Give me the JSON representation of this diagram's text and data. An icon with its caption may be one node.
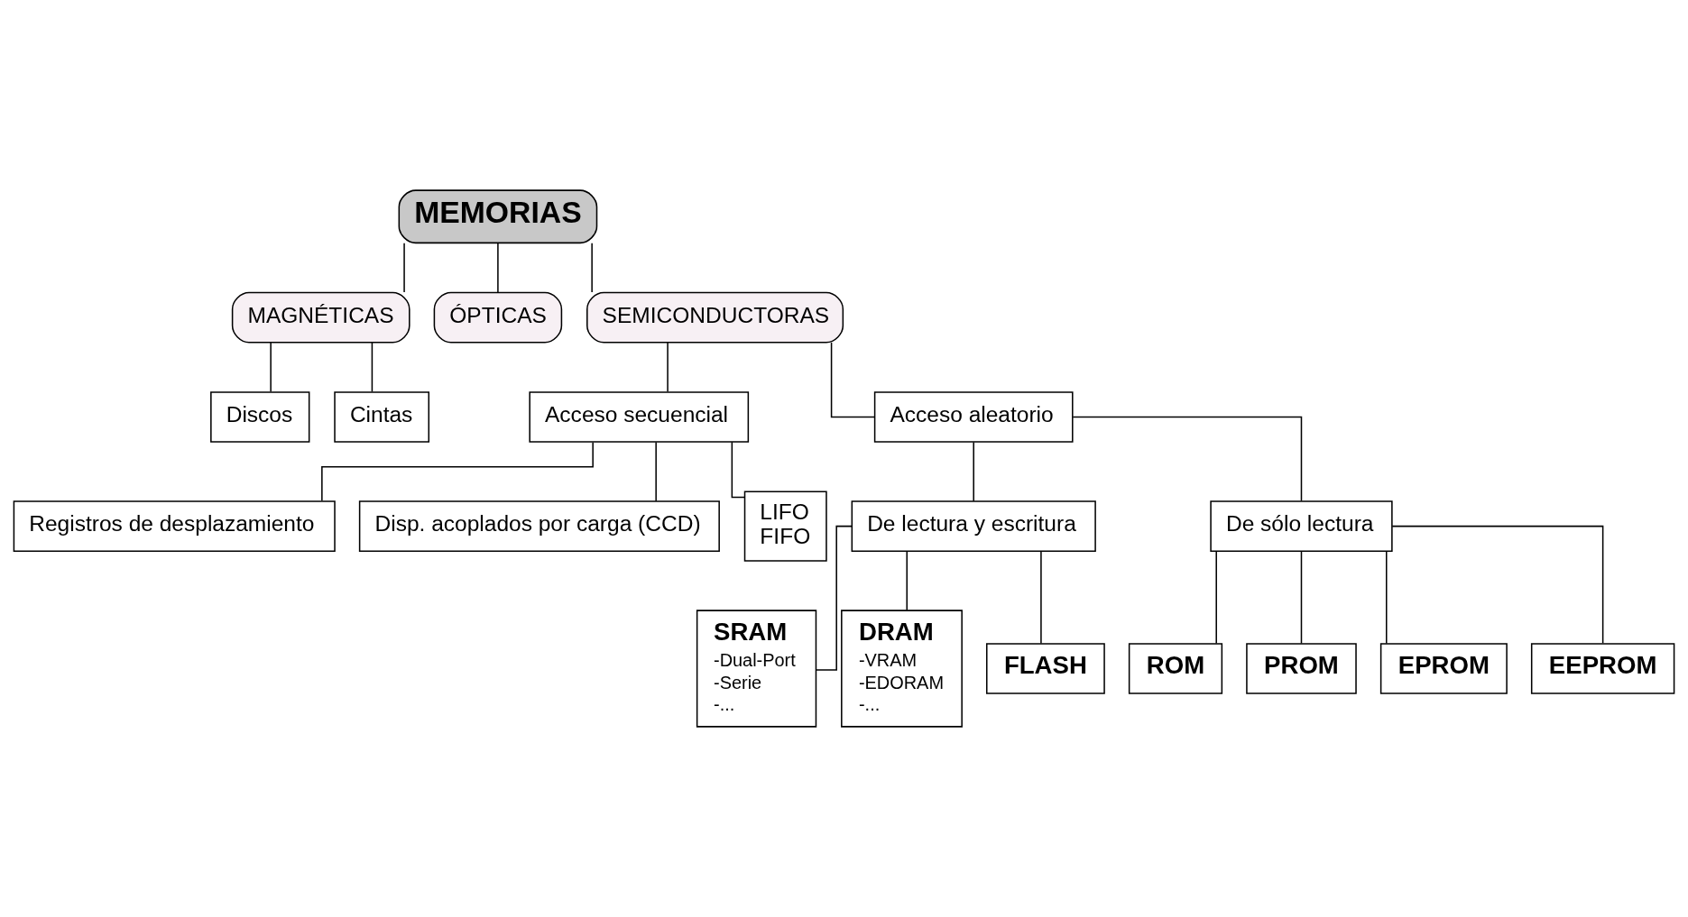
{
  "diagram": {
    "nodes": [
      {
        "text": [
          "MEMORIAS"
        ]
      },
      {
        "text": [
          "MAGNÉTICAS"
        ]
      },
      {
        "text": [
          "ÓPTICAS"
        ]
      },
      {
        "text": [
          "SEMICONDUCTORAS"
        ]
      },
      {
        "text": [
          "Discos"
        ]
      },
      {
        "text": [
          "Cintas"
        ]
      },
      {
        "text": [
          "Acceso secuencial"
        ]
      },
      {
        "text": [
          "Acceso aleatorio"
        ]
      },
      {
        "text": [
          "Registros de desplazamiento"
        ]
      },
      {
        "text": [
          "Disp. acoplados por carga (CCD)"
        ]
      },
      {
        "text": [
          "LIFO",
          "FIFO"
        ]
      },
      {
        "text": [
          "De lectura y escritura"
        ]
      },
      {
        "text": [
          "De sólo lectura"
        ]
      },
      {
        "text": [
          "SRAM",
          "-Dual-Port",
          "-Serie",
          "-..."
        ]
      },
      {
        "text": [
          "DRAM",
          "-VRAM",
          "-EDORAM",
          "-..."
        ]
      },
      {
        "text": [
          "FLASH"
        ]
      },
      {
        "text": [
          "ROM"
        ]
      },
      {
        "text": [
          "PROM"
        ]
      },
      {
        "text": [
          "EPROM"
        ]
      },
      {
        "text": [
          "EEPROM"
        ]
      }
    ],
    "edges": [
      {
        "from": 0,
        "to": 1,
        "arrow": "none"
      },
      {
        "from": 0,
        "to": 2,
        "arrow": "none"
      },
      {
        "from": 0,
        "to": 3,
        "arrow": "none"
      },
      {
        "from": 1,
        "to": 4,
        "arrow": "none"
      },
      {
        "from": 1,
        "to": 5,
        "arrow": "none"
      },
      {
        "from": 3,
        "to": 6,
        "arrow": "none"
      },
      {
        "from": 3,
        "to": 7,
        "arrow": "none"
      },
      {
        "from": 6,
        "to": 8,
        "arrow": "none"
      },
      {
        "from": 6,
        "to": 9,
        "arrow": "none"
      },
      {
        "from": 6,
        "to": 10,
        "arrow": "none"
      },
      {
        "from": 7,
        "to": 11,
        "arrow": "none"
      },
      {
        "from": 7,
        "to": 12,
        "arrow": "none"
      },
      {
        "from": 11,
        "to": 13,
        "arrow": "none"
      },
      {
        "from": 11,
        "to": 14,
        "arrow": "none"
      },
      {
        "from": 11,
        "to": 15,
        "arrow": "none"
      },
      {
        "from": 12,
        "to": 16,
        "arrow": "none"
      },
      {
        "from": 12,
        "to": 17,
        "arrow": "none"
      },
      {
        "from": 12,
        "to": 18,
        "arrow": "none"
      },
      {
        "from": 12,
        "to": 19,
        "arrow": "none"
      }
    ]
  }
}
